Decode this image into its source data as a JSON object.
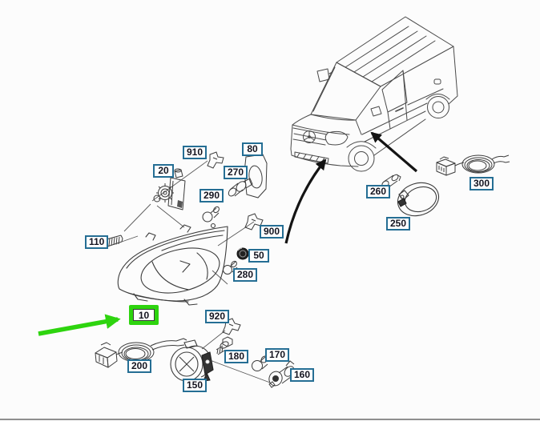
{
  "diagram": {
    "kind": "vehicle-parts-exploded-diagram",
    "subject": "headlamp-and-fog-lamp-group",
    "background": "#fcfcfc",
    "bottom_rule_color": "#8f8f8f",
    "line_color": "#3c3c3c",
    "arrow_color": "#141414",
    "label_style": {
      "border": "#256e94",
      "background": "#ffffff",
      "text": "#141420"
    },
    "highlight": {
      "color": "#2ed40f",
      "target_part": "10"
    }
  },
  "callouts": [
    {
      "part_no": "20",
      "highlighted": false
    },
    {
      "part_no": "910",
      "highlighted": false
    },
    {
      "part_no": "80",
      "highlighted": false
    },
    {
      "part_no": "270",
      "highlighted": false
    },
    {
      "part_no": "290",
      "highlighted": false
    },
    {
      "part_no": "110",
      "highlighted": false
    },
    {
      "part_no": "900",
      "highlighted": false
    },
    {
      "part_no": "50",
      "highlighted": false
    },
    {
      "part_no": "280",
      "highlighted": false
    },
    {
      "part_no": "10",
      "highlighted": true
    },
    {
      "part_no": "920",
      "highlighted": false
    },
    {
      "part_no": "200",
      "highlighted": false
    },
    {
      "part_no": "150",
      "highlighted": false
    },
    {
      "part_no": "180",
      "highlighted": false
    },
    {
      "part_no": "170",
      "highlighted": false
    },
    {
      "part_no": "160",
      "highlighted": false
    },
    {
      "part_no": "260",
      "highlighted": false
    },
    {
      "part_no": "250",
      "highlighted": false
    },
    {
      "part_no": "300",
      "highlighted": false
    }
  ]
}
